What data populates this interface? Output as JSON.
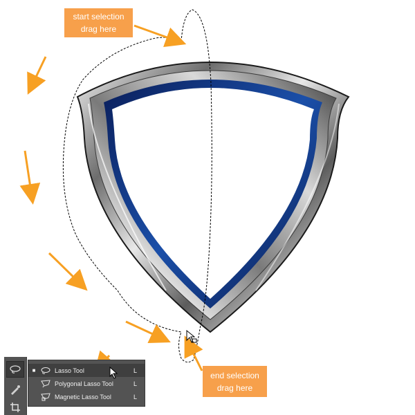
{
  "callouts": {
    "start": "start selection drag here",
    "end": "end selection drag here"
  },
  "tools_flyout": {
    "items": [
      {
        "label": "Lasso Tool",
        "shortcut": "L",
        "selected": true,
        "icon": "lasso-icon"
      },
      {
        "label": "Polygonal Lasso Tool",
        "shortcut": "L",
        "selected": false,
        "icon": "polygonal-lasso-icon"
      },
      {
        "label": "Magnetic Lasso Tool",
        "shortcut": "L",
        "selected": false,
        "icon": "magnetic-lasso-icon"
      }
    ],
    "selected_marker": "■"
  },
  "toolbar_icons": [
    "lasso-icon",
    "brush-icon",
    "crop-icon"
  ],
  "colors": {
    "callout_bg": "#f7a04b",
    "arrow": "#f7a023",
    "panel_bg": "#535353",
    "shield_blue": "#0b2f7a",
    "shield_steel": "#8e8e8e"
  }
}
